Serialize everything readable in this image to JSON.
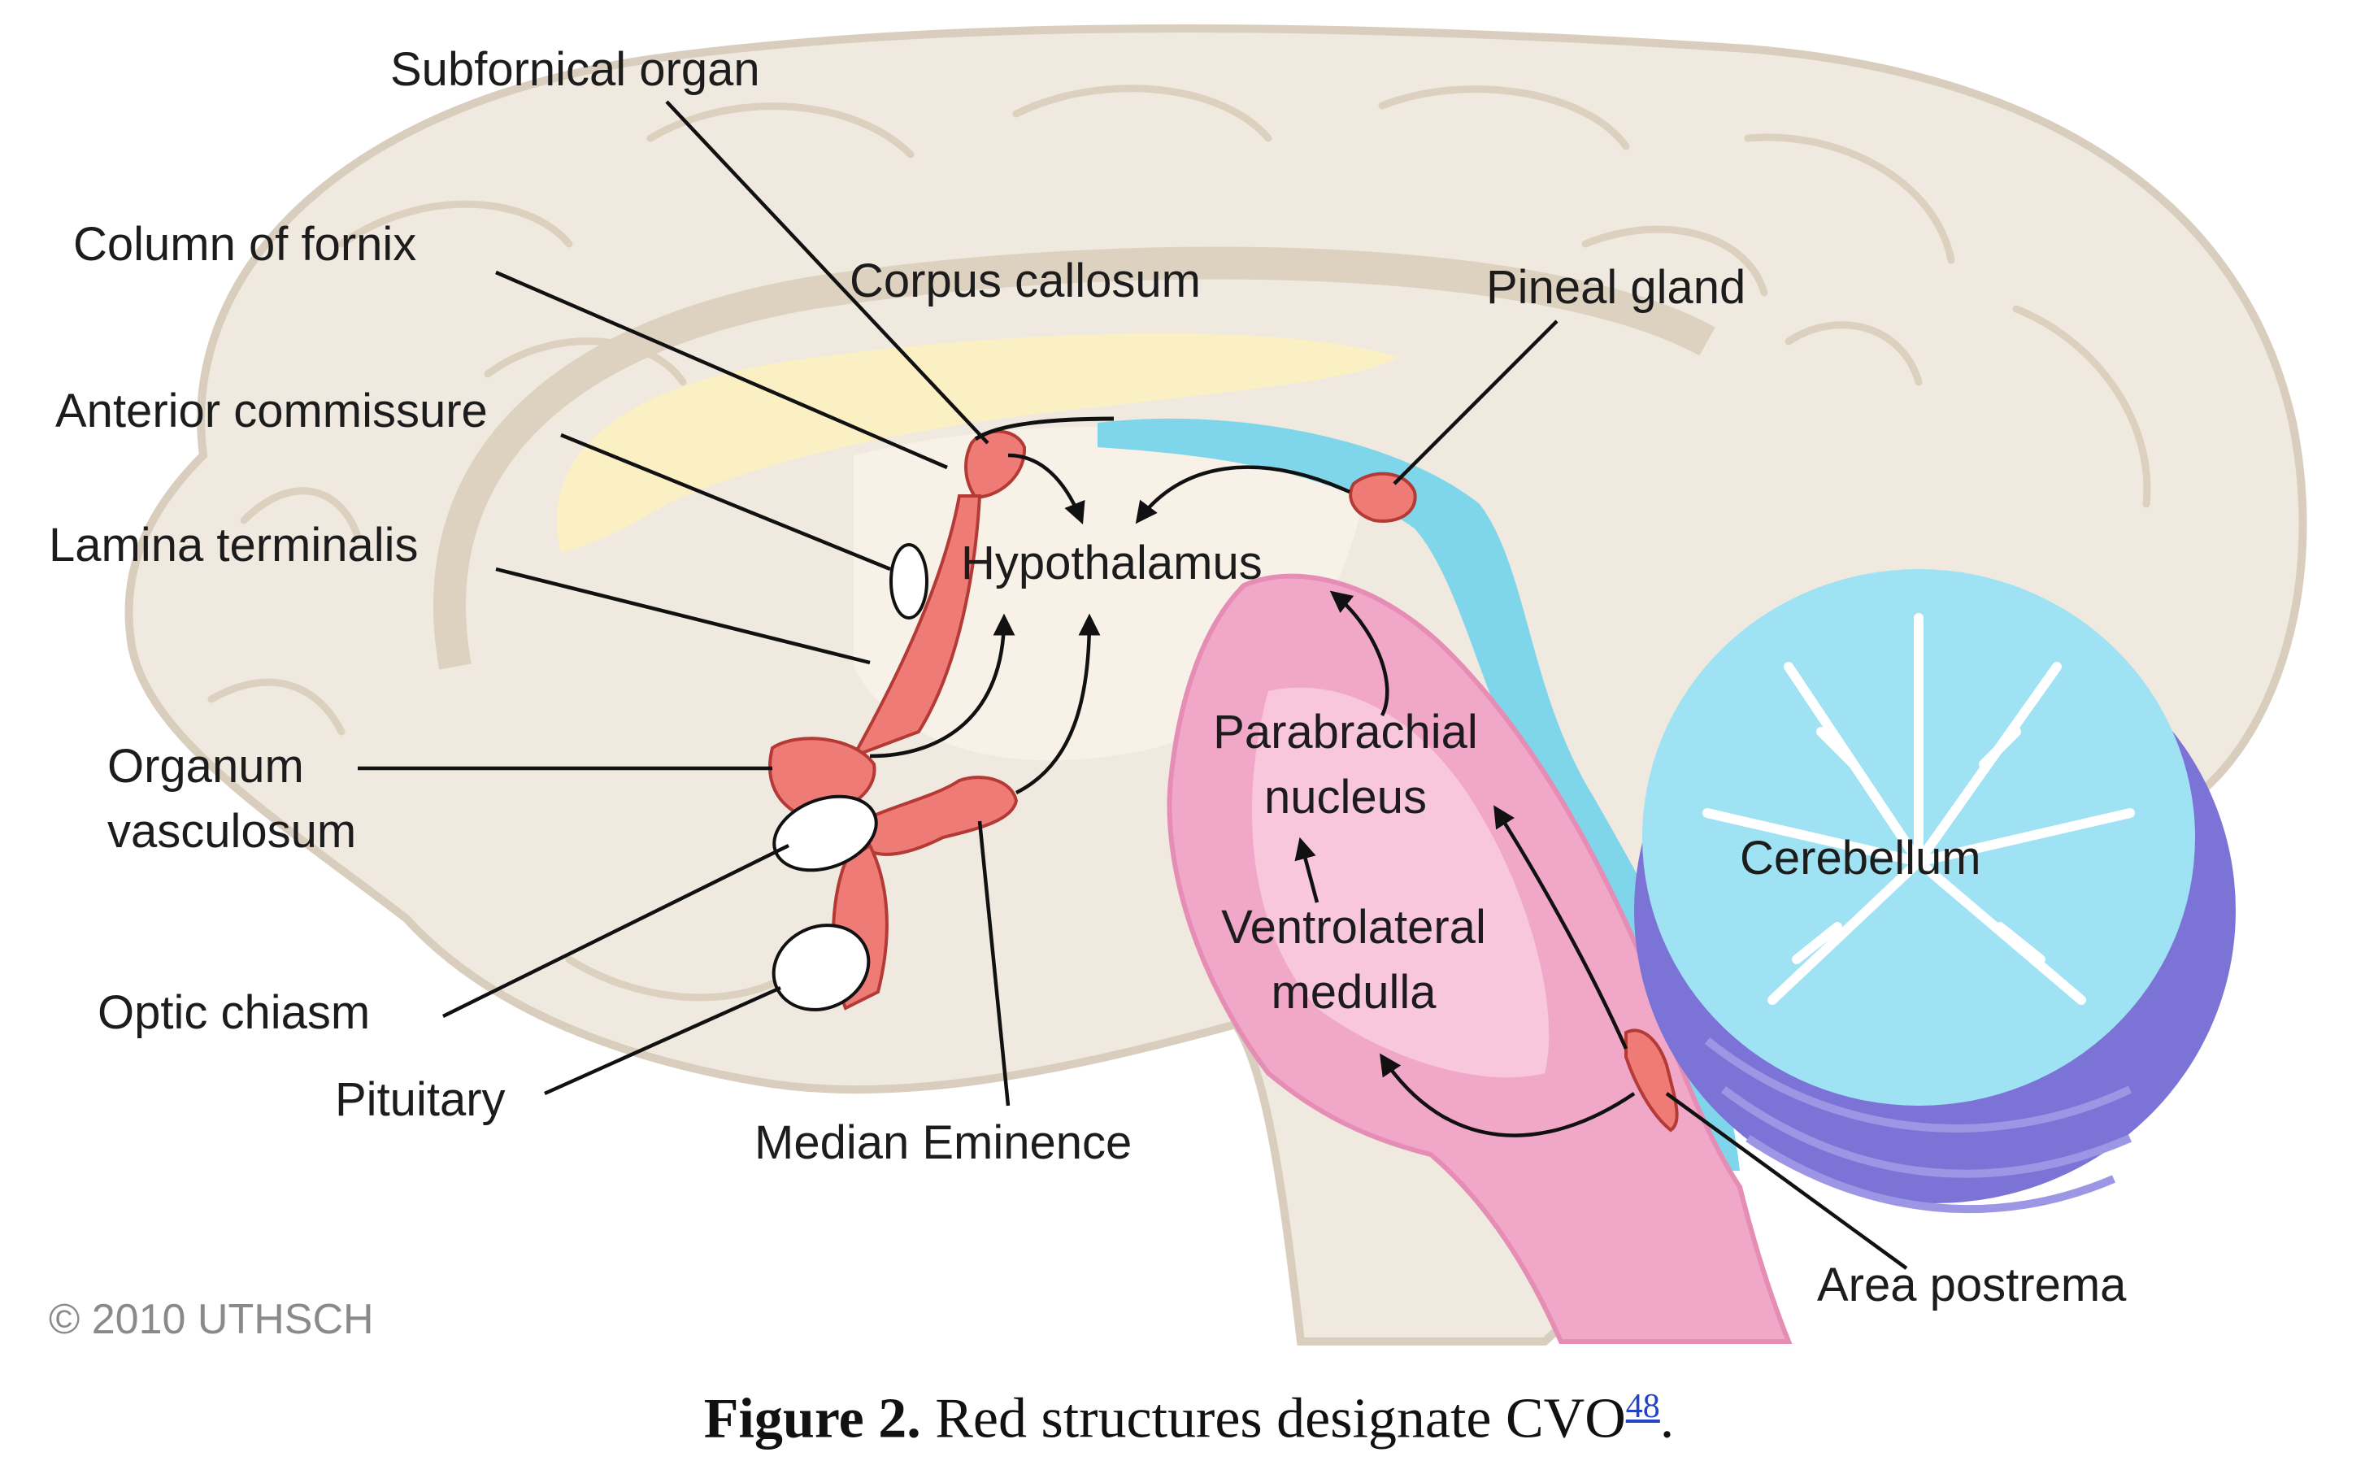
{
  "diagram": {
    "labels": {
      "subfornical_organ": "Subfornical organ",
      "column_of_fornix": "Column of fornix",
      "corpus_callosum": "Corpus callosum",
      "pineal_gland": "Pineal gland",
      "anterior_commissure": "Anterior commissure",
      "lamina_terminalis": "Lamina terminalis",
      "hypothalamus": "Hypothalamus",
      "organum_vasculosum_1": "Organum",
      "organum_vasculosum_2": "vasculosum",
      "parabrachial_nucleus_1": "Parabrachial",
      "parabrachial_nucleus_2": "nucleus",
      "cerebellum": "Cerebellum",
      "ventrolateral_medulla_1": "Ventrolateral",
      "ventrolateral_medulla_2": "medulla",
      "optic_chiasm": "Optic chiasm",
      "pituitary": "Pituitary",
      "median_eminence": "Median Eminence",
      "area_postrema": "Area postrema"
    },
    "copyright": "© 2010 UTHSCH",
    "colors": {
      "cortex": "#efe9df",
      "cortex_outline": "#d9cdbd",
      "corpus_callosum": "#fbf0c4",
      "cvo_red": "#ee7b76",
      "brainstem_pink": "#f1a8c8",
      "ventricle_blue": "#7fd6ea",
      "cerebellum_blue": "#9fe2f3",
      "cerebellum_purple": "#7c73d6"
    }
  },
  "caption": {
    "label": "Figure 2.",
    "text": " Red structures designate CVO",
    "ref": "48",
    "end": "."
  }
}
